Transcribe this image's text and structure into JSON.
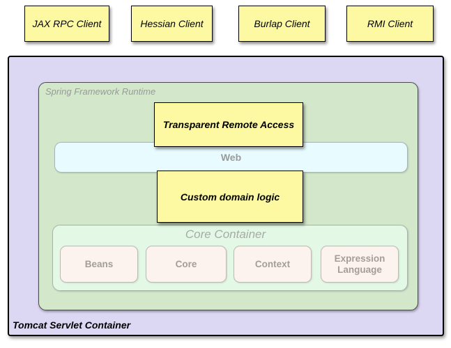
{
  "diagram": {
    "type": "architecture-diagram",
    "clients": [
      {
        "label": "JAX RPC Client"
      },
      {
        "label": "Hessian Client"
      },
      {
        "label": "Burlap Client"
      },
      {
        "label": "RMI Client"
      }
    ],
    "tomcat": {
      "label": "Tomcat Servlet Container"
    },
    "runtime": {
      "label": "Spring Framework Runtime"
    },
    "remote_access": {
      "label": "Transparent Remote Access"
    },
    "web": {
      "label": "Web"
    },
    "domain_logic": {
      "label": "Custom domain logic"
    },
    "core_container": {
      "label": "Core Container",
      "modules": [
        {
          "label": "Beans"
        },
        {
          "label": "Core"
        },
        {
          "label": "Context"
        },
        {
          "label": "Expression Language"
        }
      ]
    },
    "colors": {
      "client_box_bg": "#FDF9A2",
      "tomcat_bg": "#DCD7F3",
      "runtime_bg": "#D3E7CB",
      "web_bg": "#E8FBFF",
      "core_container_bg": "#E3F9E6",
      "module_bg": "#FDF3EE",
      "muted_label_text": "#999999",
      "border": "#000000"
    }
  }
}
